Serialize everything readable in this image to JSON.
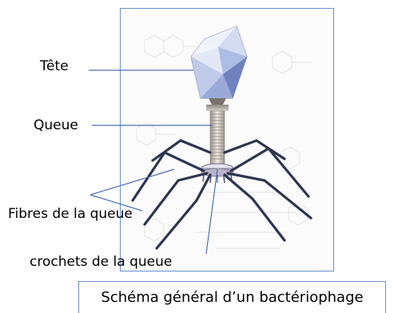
{
  "labels": {
    "head": "Tête",
    "tail": "Queue",
    "tail_fibers": "Fibres de la queue",
    "tail_hooks": "crochets de la queue"
  },
  "caption": "Schéma général d’un bactériophage",
  "colors": {
    "frame_border": "#6b8fc9",
    "leader_line": "#4f6fb3",
    "head_light": "#e6ecf7",
    "head_mid": "#b9c6e6",
    "head_dark": "#6f82bf",
    "tail_sheath": "#d8d2cc",
    "fibers": "#2e3550"
  }
}
